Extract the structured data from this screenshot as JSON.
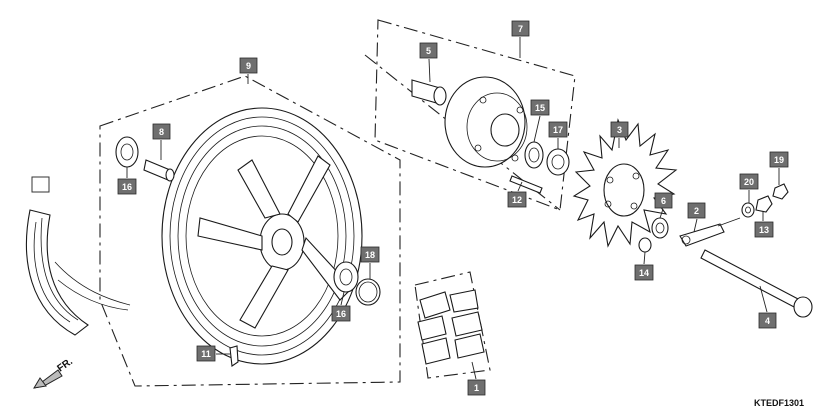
{
  "diagram": {
    "drawing_code": "KTEDF1301",
    "direction_label": "FR.",
    "callouts": [
      {
        "id": "blank",
        "label": ""
      },
      {
        "id": "p1",
        "label": "1"
      },
      {
        "id": "p2",
        "label": "2"
      },
      {
        "id": "p3",
        "label": "3"
      },
      {
        "id": "p4",
        "label": "4"
      },
      {
        "id": "p5",
        "label": "5"
      },
      {
        "id": "p6",
        "label": "6"
      },
      {
        "id": "p7",
        "label": "7"
      },
      {
        "id": "p8",
        "label": "8"
      },
      {
        "id": "p9",
        "label": "9"
      },
      {
        "id": "p11",
        "label": "11"
      },
      {
        "id": "p12",
        "label": "12"
      },
      {
        "id": "p13",
        "label": "13"
      },
      {
        "id": "p14",
        "label": "14"
      },
      {
        "id": "p15",
        "label": "15"
      },
      {
        "id": "p16a",
        "label": "16"
      },
      {
        "id": "p16b",
        "label": "16"
      },
      {
        "id": "p17",
        "label": "17"
      },
      {
        "id": "p18",
        "label": "18"
      },
      {
        "id": "p19",
        "label": "19"
      },
      {
        "id": "p20",
        "label": "20"
      }
    ]
  }
}
